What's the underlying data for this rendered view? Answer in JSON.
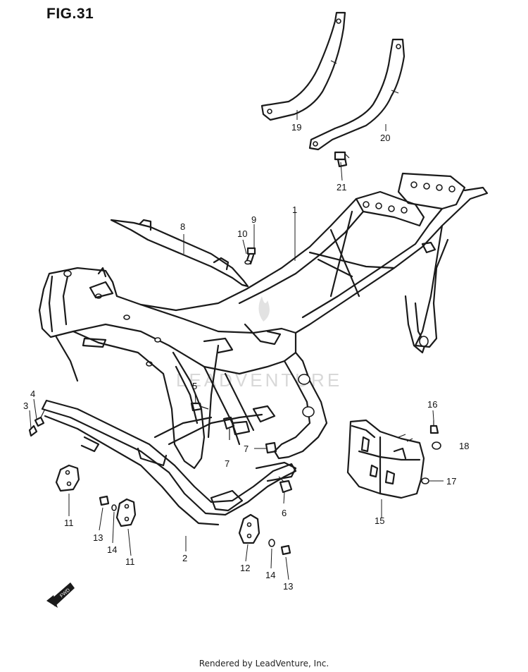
{
  "figure": {
    "title": "FIG.31"
  },
  "callouts": [
    {
      "id": "c1",
      "label": "1"
    },
    {
      "id": "c2",
      "label": "2"
    },
    {
      "id": "c3",
      "label": "3"
    },
    {
      "id": "c4",
      "label": "4"
    },
    {
      "id": "c5",
      "label": "5"
    },
    {
      "id": "c6",
      "label": "6"
    },
    {
      "id": "c7a",
      "label": "7"
    },
    {
      "id": "c7b",
      "label": "7"
    },
    {
      "id": "c8",
      "label": "8"
    },
    {
      "id": "c9",
      "label": "9"
    },
    {
      "id": "c10",
      "label": "10"
    },
    {
      "id": "c11a",
      "label": "11"
    },
    {
      "id": "c11b",
      "label": "11"
    },
    {
      "id": "c12",
      "label": "12"
    },
    {
      "id": "c13a",
      "label": "13"
    },
    {
      "id": "c13b",
      "label": "13"
    },
    {
      "id": "c14a",
      "label": "14"
    },
    {
      "id": "c14b",
      "label": "14"
    },
    {
      "id": "c15",
      "label": "15"
    },
    {
      "id": "c16",
      "label": "16"
    },
    {
      "id": "c17",
      "label": "17"
    },
    {
      "id": "c18",
      "label": "18"
    },
    {
      "id": "c19",
      "label": "19"
    },
    {
      "id": "c20",
      "label": "20"
    },
    {
      "id": "c21",
      "label": "21"
    }
  ],
  "fwd_badge": "FWD",
  "watermark": "LEADVENTURE",
  "footer": {
    "credit": "Rendered by LeadVenture, Inc."
  }
}
